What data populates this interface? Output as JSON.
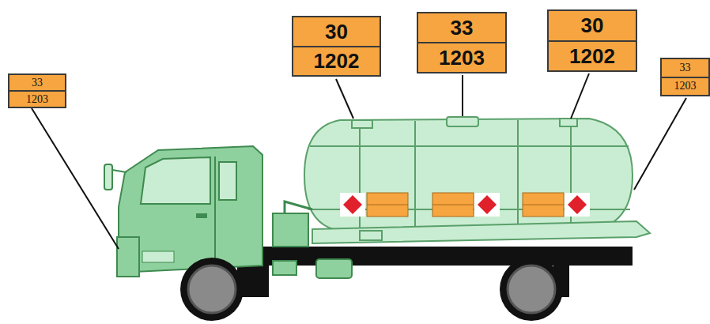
{
  "diagram": {
    "nodes": [
      {
        "text": [
          "33",
          "1203"
        ]
      },
      {
        "text": [
          "30",
          "1202"
        ]
      },
      {
        "text": [
          "33",
          "1203"
        ]
      },
      {
        "text": [
          "30",
          "1202"
        ]
      },
      {
        "text": [
          "33",
          "1203"
        ]
      }
    ]
  }
}
